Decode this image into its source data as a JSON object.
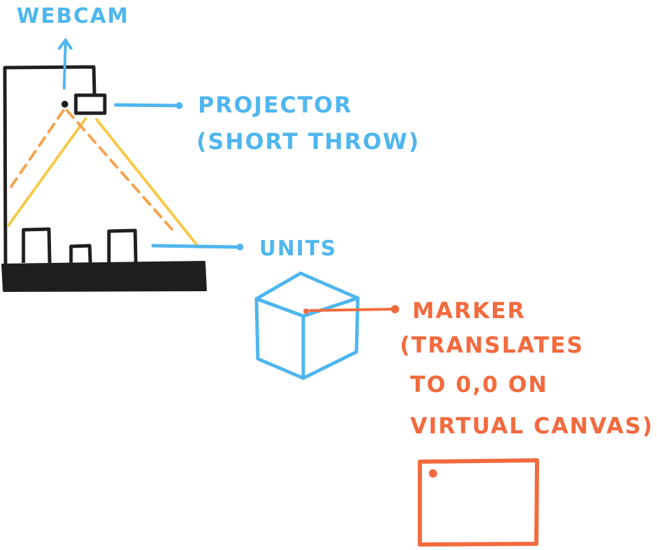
{
  "labels": {
    "webcam": "WEBCAM",
    "projector_line1": "PROJECTOR",
    "projector_line2": "(SHORT THROW)",
    "units": "UNITS",
    "marker_line1": "MARKER",
    "marker_line2": "(TRANSLATES",
    "marker_line3": "TO 0,0 ON",
    "marker_line4": "VIRTUAL CANVAS)"
  },
  "colors": {
    "blue": "#4fb6ee",
    "orange": "#f26a3d",
    "yellow": "#f6c945",
    "light_orange": "#f5a14d",
    "black": "#1f1f1f"
  }
}
